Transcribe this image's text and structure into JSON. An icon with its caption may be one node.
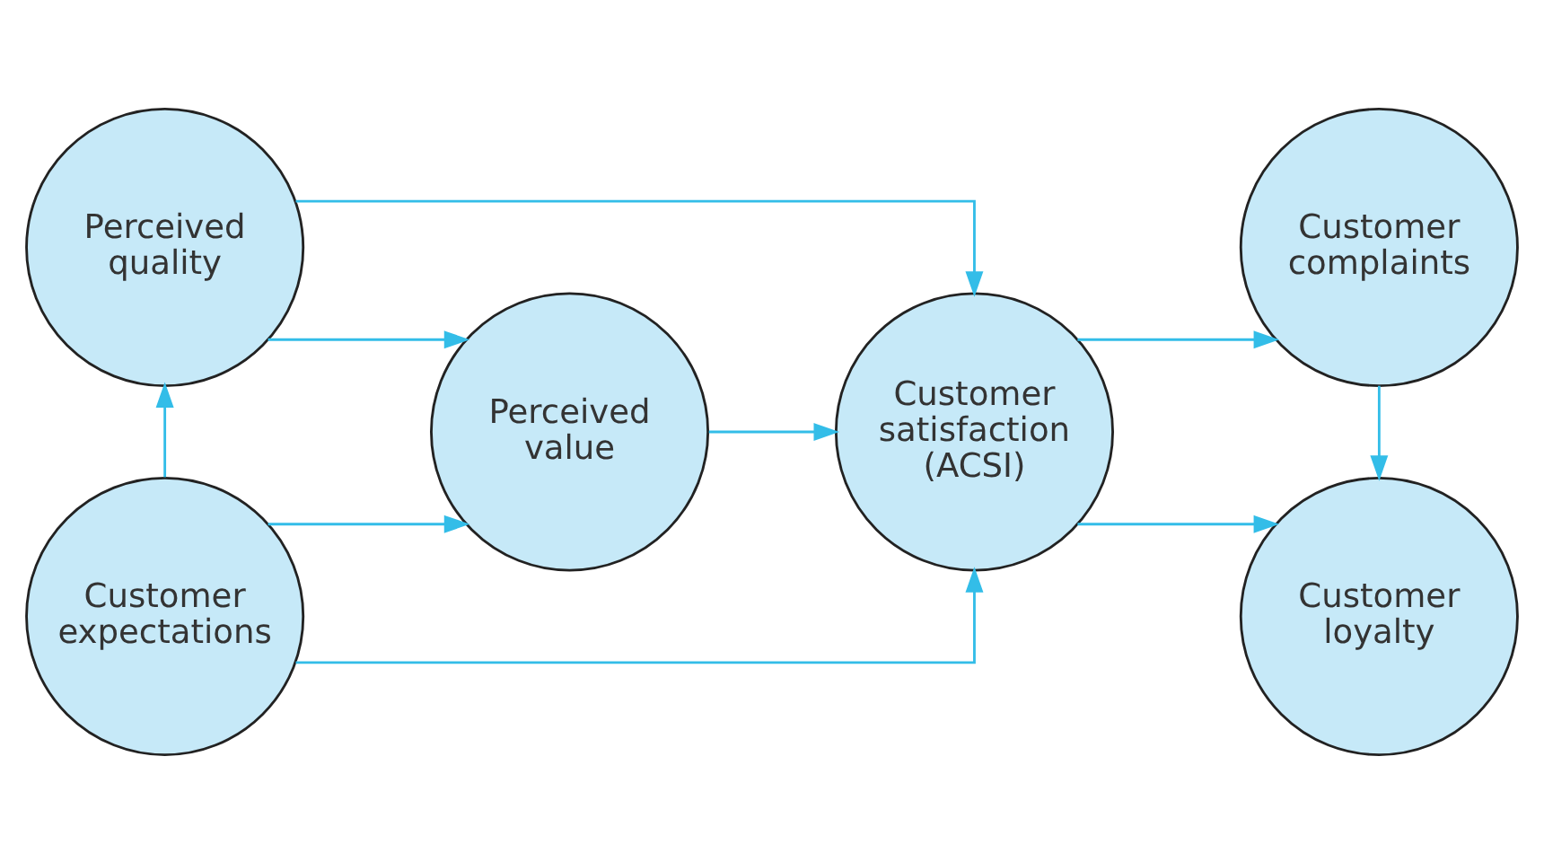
{
  "diagram": {
    "nodes": [
      {
        "text": [
          "Perceived quality"
        ]
      },
      {
        "text": [
          "Customer expectations"
        ]
      },
      {
        "text": [
          "Perceived value"
        ]
      },
      {
        "text": [
          "Customer satisfaction (ACSI)"
        ]
      },
      {
        "text": [
          "Customer complaints"
        ]
      },
      {
        "text": [
          "Customer loyalty"
        ]
      }
    ],
    "edges": [
      {
        "from": 1,
        "to": 0,
        "arrow": "to"
      },
      {
        "from": 0,
        "to": 2,
        "arrow": "to"
      },
      {
        "from": 0,
        "to": 3,
        "arrow": "to"
      },
      {
        "from": 1,
        "to": 2,
        "arrow": "to"
      },
      {
        "from": 1,
        "to": 3,
        "arrow": "to"
      },
      {
        "from": 2,
        "to": 3,
        "arrow": "to"
      },
      {
        "from": 3,
        "to": 4,
        "arrow": "to"
      },
      {
        "from": 3,
        "to": 5,
        "arrow": "to"
      },
      {
        "from": 4,
        "to": 5,
        "arrow": "to"
      }
    ]
  }
}
